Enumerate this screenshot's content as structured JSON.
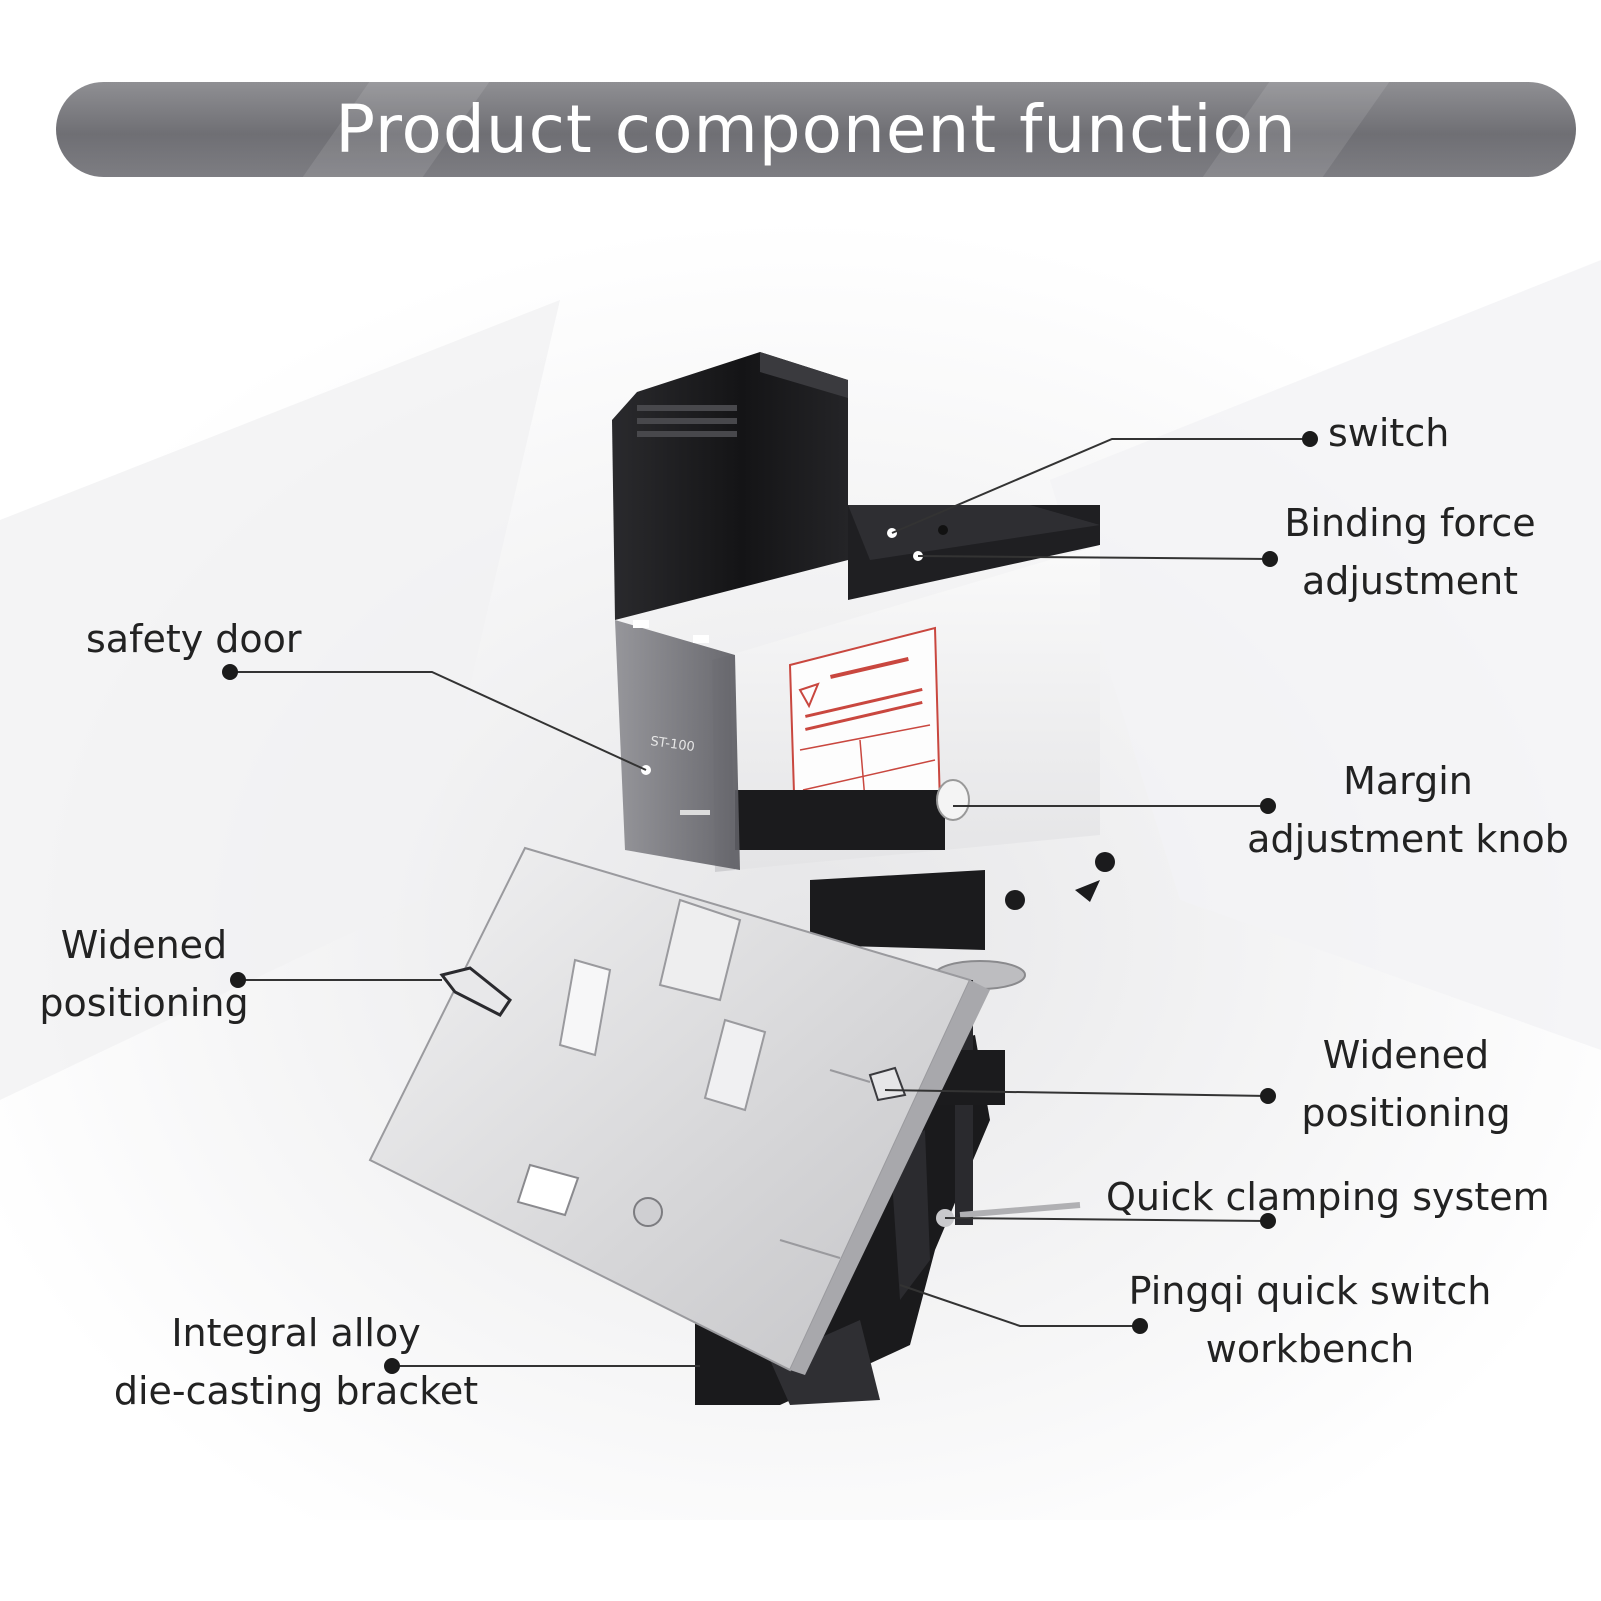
{
  "banner": {
    "title": "Product component function"
  },
  "callouts": {
    "switch": {
      "lines": [
        "switch"
      ]
    },
    "binding_force": {
      "lines": [
        "Binding force",
        "adjustment"
      ]
    },
    "safety_door": {
      "lines": [
        "safety door"
      ]
    },
    "margin_knob": {
      "lines": [
        "Margin",
        "adjustment knob"
      ]
    },
    "widened_left": {
      "lines": [
        "Widened",
        "positioning"
      ]
    },
    "widened_right": {
      "lines": [
        "Widened",
        "positioning"
      ]
    },
    "quick_clamp": {
      "lines": [
        "Quick clamping system"
      ]
    },
    "pingqi": {
      "lines": [
        "Pingqi quick switch",
        "workbench"
      ]
    },
    "bracket": {
      "lines": [
        "Integral alloy",
        "die-casting bracket"
      ]
    }
  },
  "device": {
    "model_label": "ST-100"
  },
  "colors": {
    "banner": "#7b7b80",
    "body_black": "#1b1b1d",
    "body_white": "#f1f1f1",
    "plate_silver": "#d9d9db",
    "warning_red": "#c9473f",
    "leader_line": "#333333"
  }
}
